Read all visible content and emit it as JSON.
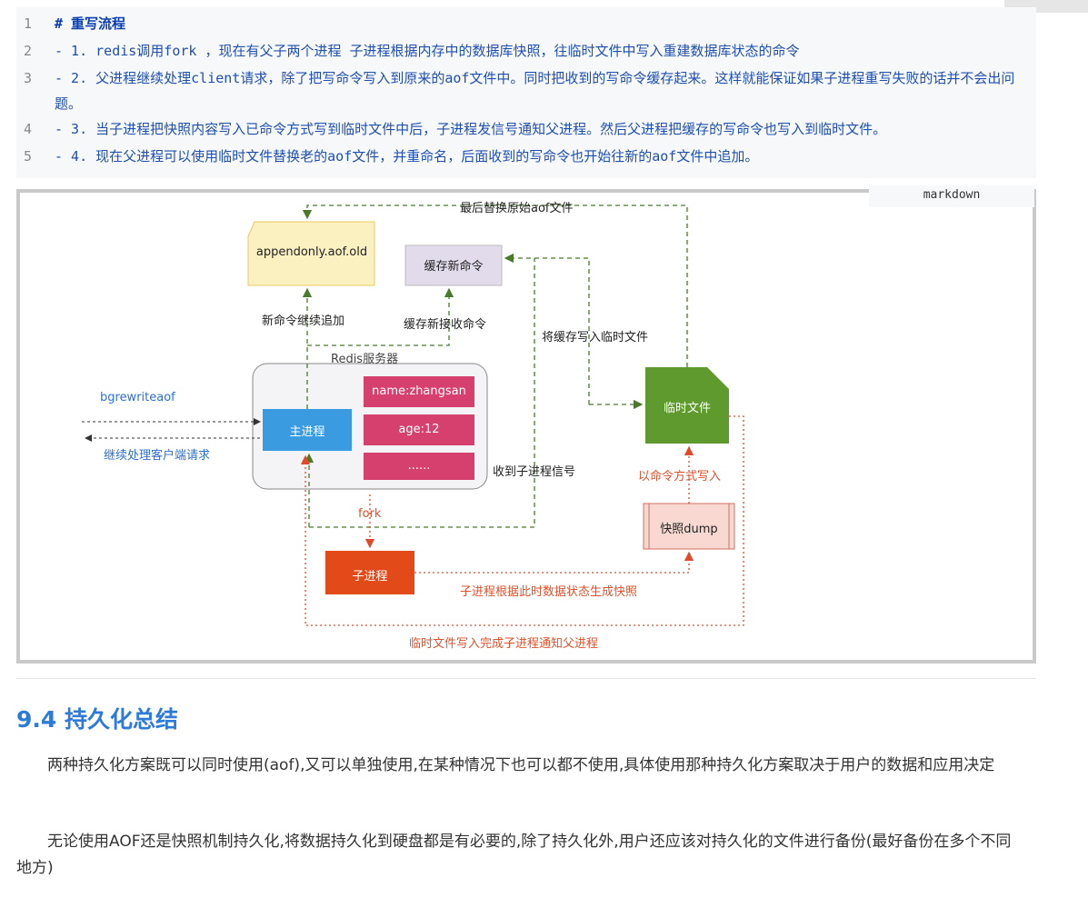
{
  "code_block": {
    "language": "markdown",
    "lines": [
      {
        "no": "1",
        "text": "# 重写流程"
      },
      {
        "no": "2",
        "text": "- 1. redis调用fork ，现在有父子两个进程 子进程根据内存中的数据库快照，往临时文件中写入重建数据库状态的命令"
      },
      {
        "no": "3",
        "text": "- 2. 父进程继续处理client请求，除了把写命令写入到原来的aof文件中。同时把收到的写命令缓存起来。这样就能保证如果子进程重写失败的话并不会出问题。"
      },
      {
        "no": "4",
        "text": "- 3. 当子进程把快照内容写入已命令方式写到临时文件中后，子进程发信号通知父进程。然后父进程把缓存的写命令也写入到临时文件。"
      },
      {
        "no": "5",
        "text": "- 4. 现在父进程可以使用临时文件替换老的aof文件，并重命名，后面收到的写命令也开始往新的aof文件中追加。"
      }
    ]
  },
  "diagram": {
    "top_label": "最后替换原始aof文件",
    "old_file": "appendonly.aof.old",
    "cache_box": "缓存新命令",
    "append_label": "新命令继续追加",
    "cache_recv_label": "缓存新接收命令",
    "write_cache_label": "将缓存写入临时文件",
    "server_label": "Redis服务器",
    "bgrewrite": "bgrewriteaof",
    "client_label": "继续处理客户端请求",
    "main_process": "主进程",
    "mem_items": [
      "name:zhangsan",
      "age:12",
      "......"
    ],
    "signal_label": "收到子进程信号",
    "fork_label": "fork",
    "child_process": "子进程",
    "snapshot_label": "子进程根据此时数据状态生成快照",
    "temp_file": "临时文件",
    "cmd_write_label": "以命令方式写入",
    "dump_box": "快照dump",
    "bottom_label": "临时文件写入完成子进程通知父进程",
    "colors": {
      "green_dash": "#4a7a2a",
      "red_dot": "#e04a2a",
      "main_blue": "#3a9be0",
      "mem_pink": "#d6406e",
      "child_red": "#e24a1a",
      "temp_green": "#5e9a2e"
    }
  },
  "article": {
    "heading": "9.4 持久化总结",
    "paragraphs": [
      "两种持久化方案既可以同时使用(aof),又可以单独使用,在某种情况下也可以都不使用,具体使用那种持久化方案取决于用户的数据和应用决定",
      "无论使用AOF还是快照机制持久化,将数据持久化到硬盘都是有必要的,除了持久化外,用户还应该对持久化的文件进行备份(最好备份在多个不同地方)"
    ]
  }
}
